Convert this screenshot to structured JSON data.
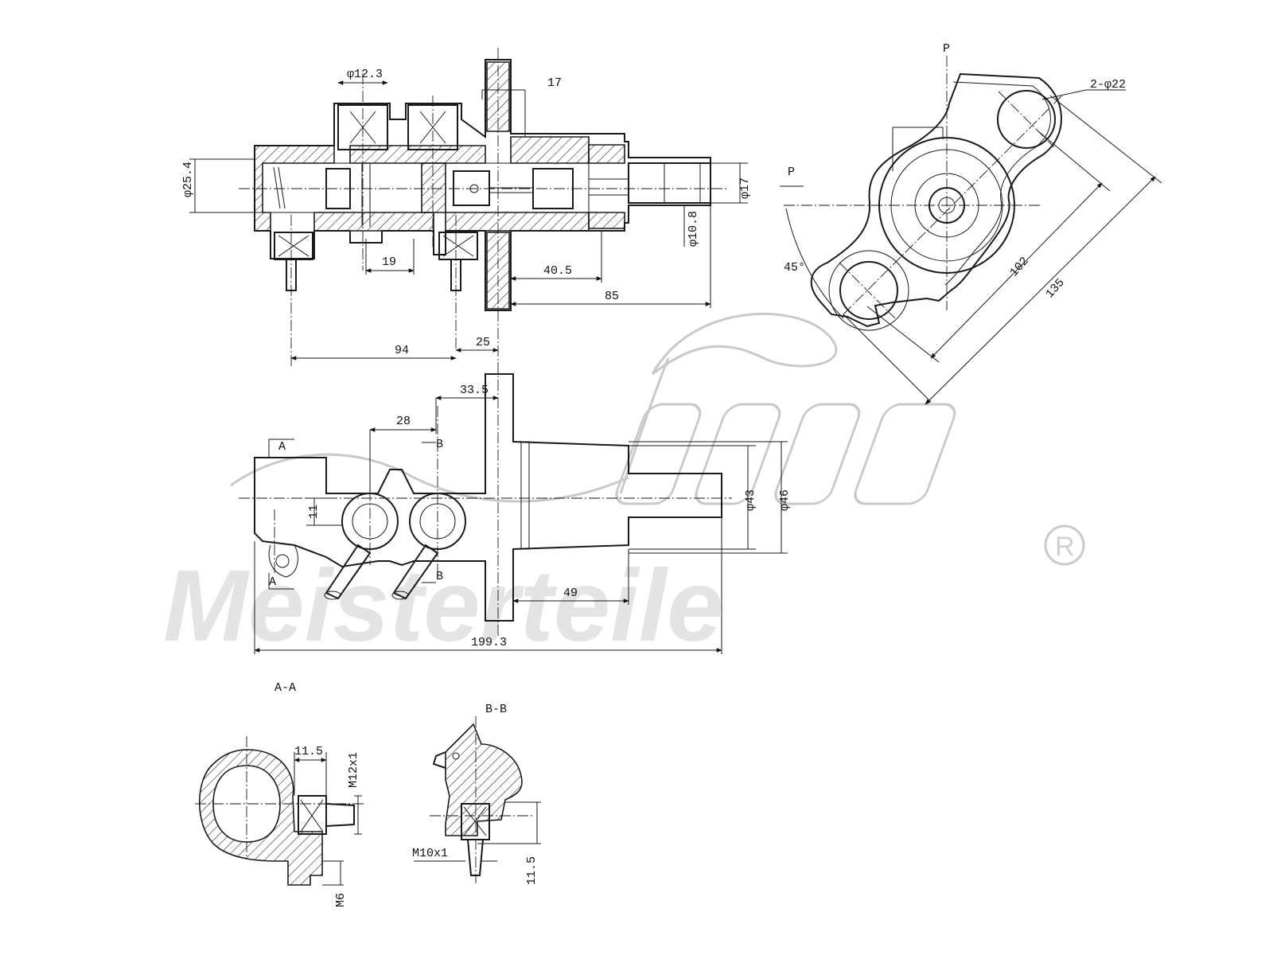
{
  "watermark": {
    "brand": "Meisterteile",
    "registered": "R"
  },
  "section_view": {
    "dims": {
      "d12_3": "φ12.3",
      "d17_top": "17",
      "d25_4": "φ25.4",
      "d17_right": "φ17",
      "d10_8": "φ10.8",
      "d19": "19",
      "d40_5": "40.5",
      "d85": "85",
      "d94": "94",
      "d25": "25"
    }
  },
  "flange_view": {
    "labels": {
      "p_top": "P",
      "p_left": "P",
      "angle": "45°",
      "holes": "2-φ22",
      "d102": "102",
      "d135": "135"
    }
  },
  "plan_view": {
    "dims": {
      "d33_5": "33.5",
      "d28": "28",
      "d11": "11",
      "d43": "φ43",
      "d46": "φ46",
      "d49": "49",
      "d199_3": "199.3"
    },
    "section_marks": {
      "a_top": "A",
      "a_bottom": "A",
      "b_top": "B",
      "b_bottom": "B"
    }
  },
  "section_aa": {
    "title": "A-A",
    "dims": {
      "d11_5": "11.5",
      "m12": "M12x1",
      "m6": "M6"
    }
  },
  "section_bb": {
    "title": "B-B",
    "dims": {
      "m10": "M10x1",
      "d11_5": "11.5"
    }
  }
}
